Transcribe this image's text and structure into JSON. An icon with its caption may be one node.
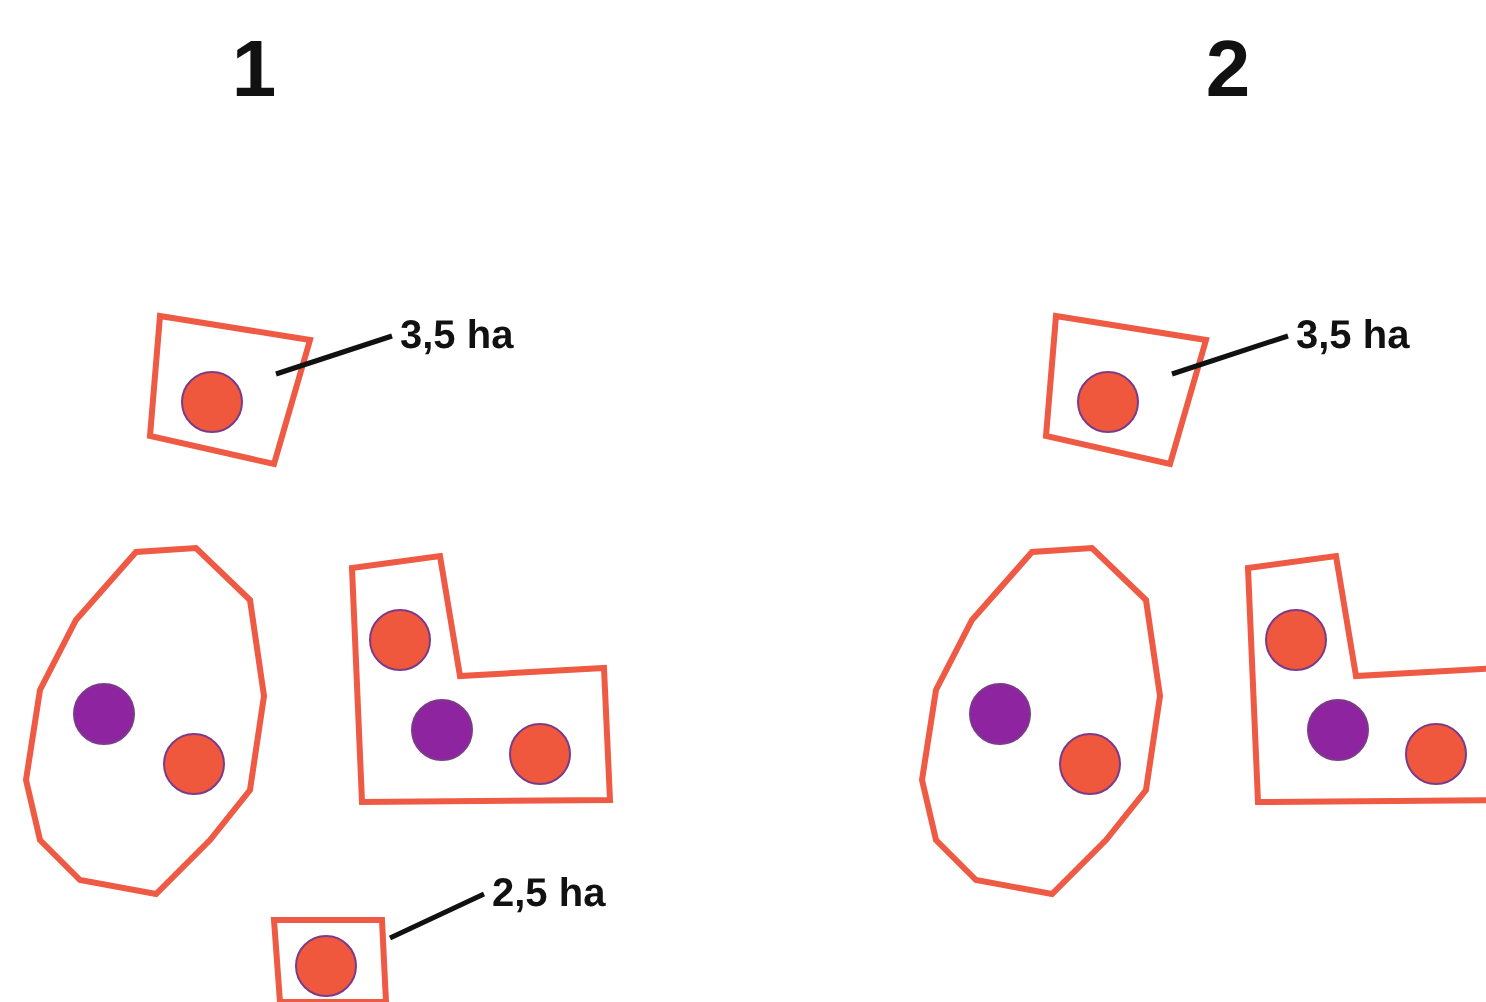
{
  "diagram": {
    "nodes": [
      {
        "text": [
          "3,5 ha"
        ]
      },
      {
        "text": [],
        "shape": "box"
      },
      {
        "text": [
          "2,5 ha"
        ]
      },
      {
        "text": [],
        "shape": "box"
      },
      {
        "text": [
          "3,5 ha"
        ]
      },
      {
        "text": [],
        "shape": "box"
      }
    ],
    "edges": [
      {
        "from": 0,
        "to": 1,
        "arrow": "none"
      },
      {
        "from": 2,
        "to": 3,
        "arrow": "none"
      },
      {
        "from": 4,
        "to": 5,
        "arrow": "none"
      }
    ],
    "labels": [
      "1",
      "2"
    ]
  }
}
